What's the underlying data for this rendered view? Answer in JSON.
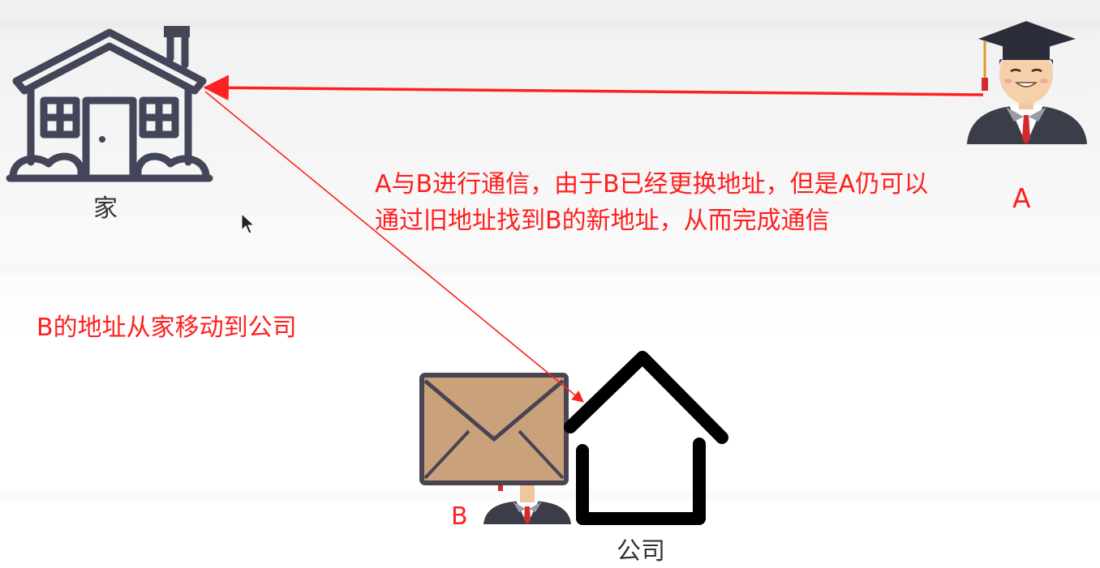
{
  "labels": {
    "home": "家",
    "company": "公司",
    "person_a": "A",
    "person_b": "B"
  },
  "annotations": {
    "communication_line1": "A与B进行通信，由于B已经更换地址，但是A仍可以",
    "communication_line2": "通过旧地址找到B的新地址，从而完成通信",
    "address_moved": "B的地址从家移动到公司"
  },
  "icons": {
    "home": "house-icon",
    "company": "house-outline-icon",
    "person_a": "graduate-person-icon",
    "person_b": "graduate-person-icon",
    "mail": "envelope-icon",
    "cursor": "mouse-pointer-icon"
  },
  "colors": {
    "arrow": "#ff2020",
    "annotation_text": "#ff1f1f",
    "house_stroke": "#434659",
    "company_stroke": "#000000",
    "envelope_fill": "#c9a27c",
    "envelope_stroke": "#4a4452"
  }
}
